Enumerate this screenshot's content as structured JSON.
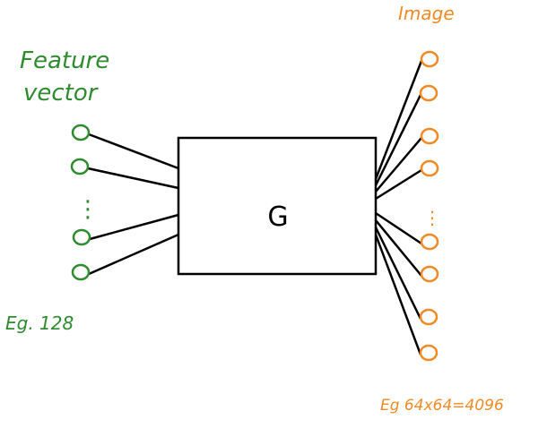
{
  "labels": {
    "input_title_line1": "Feature",
    "input_title_line2": "vector",
    "input_example": "Eg. 128",
    "output_title": "Image",
    "output_example": "Eg 64x64=4096",
    "block": "G"
  },
  "colors": {
    "input": "#2e8b2e",
    "output": "#f08a24",
    "block": "#000000"
  },
  "input_nodes_visible": 4,
  "output_nodes_visible": 8,
  "ellipsis_glyph": "⋮"
}
